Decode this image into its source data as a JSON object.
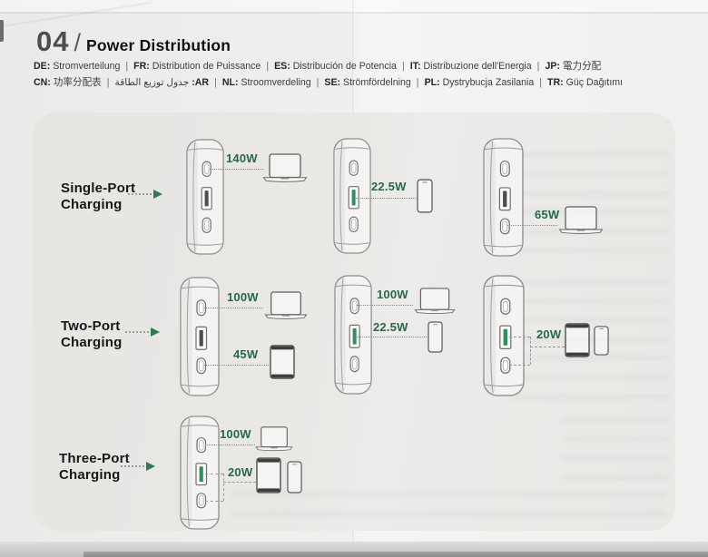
{
  "header": {
    "number": "04",
    "separator": "/",
    "title": "Power Distribution"
  },
  "translations": {
    "sep": "|",
    "line1": [
      {
        "code": "DE:",
        "text": "Stromverteilung"
      },
      {
        "code": "FR:",
        "text": "Distribution de Puissance"
      },
      {
        "code": "ES:",
        "text": "Distribución de Potencia"
      },
      {
        "code": "IT:",
        "text": "Distribuzione dell'Energia"
      },
      {
        "code": "JP:",
        "text": "電力分配"
      }
    ],
    "line2": [
      {
        "code": "CN:",
        "text": "功率分配表"
      },
      {
        "code": ":AR",
        "text": "جدول توزيع الطاقة",
        "rtl": true
      },
      {
        "code": "NL:",
        "text": "Stroomverdeling"
      },
      {
        "code": "SE:",
        "text": "Strömfördelning"
      },
      {
        "code": "PL:",
        "text": "Dystrybucja Zasilania"
      },
      {
        "code": "TR:",
        "text": "Güç Dağıtımı"
      }
    ]
  },
  "rows": [
    {
      "label": [
        "Single-Port",
        "Charging"
      ],
      "diagrams": [
        {
          "wattages": [
            "140W"
          ],
          "active_ports": [
            "usb-c-top"
          ],
          "devices": [
            "laptop"
          ]
        },
        {
          "wattages": [
            "22.5W"
          ],
          "active_ports": [
            "usb-a"
          ],
          "devices": [
            "phone"
          ]
        },
        {
          "wattages": [
            "65W"
          ],
          "active_ports": [
            "usb-c-bottom"
          ],
          "devices": [
            "laptop"
          ]
        }
      ]
    },
    {
      "label": [
        "Two-Port",
        "Charging"
      ],
      "diagrams": [
        {
          "wattages": [
            "100W",
            "45W"
          ],
          "active_ports": [
            "usb-c-top",
            "usb-c-bottom"
          ],
          "devices": [
            "laptop",
            "tablet"
          ]
        },
        {
          "wattages": [
            "100W",
            "22.5W"
          ],
          "active_ports": [
            "usb-c-top",
            "usb-a"
          ],
          "devices": [
            "laptop",
            "phone"
          ]
        },
        {
          "wattages": [
            "20W"
          ],
          "active_ports": [
            "usb-a",
            "usb-c-bottom"
          ],
          "devices": [
            "tablet",
            "phone"
          ]
        }
      ]
    },
    {
      "label": [
        "Three-Port",
        "Charging"
      ],
      "diagrams": [
        {
          "wattages": [
            "100W",
            "20W"
          ],
          "active_ports": [
            "usb-c-top",
            "usb-a",
            "usb-c-bottom"
          ],
          "devices": [
            "laptop",
            "tablet",
            "phone"
          ]
        }
      ]
    }
  ],
  "colors": {
    "accent_green": "#266847",
    "port_highlight_green": "#2e9060",
    "panel_gray": "#e9e7e4",
    "paper": "#f0efed"
  }
}
